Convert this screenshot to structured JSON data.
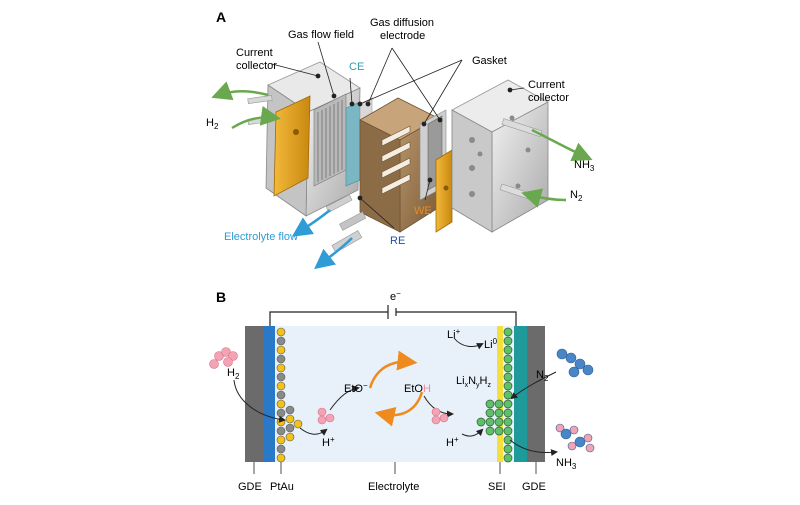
{
  "panel_a": {
    "letter": "A",
    "labels": {
      "current_collector_left": [
        "Current",
        "collector"
      ],
      "gas_flow_field": "Gas flow field",
      "gas_diffusion_electrode": [
        "Gas diffusion",
        "electrode"
      ],
      "ce": "CE",
      "gasket": "Gasket",
      "current_collector_right": [
        "Current",
        "collector"
      ],
      "h2": "H",
      "h2_sub": "2",
      "nh3": "NH",
      "nh3_sub": "3",
      "n2": "N",
      "n2_sub": "2",
      "we": "WE",
      "re": "RE",
      "electrolyte_flow": "Electrolyte flow"
    }
  },
  "panel_b": {
    "letter": "B",
    "electron": "e",
    "electron_sup": "−",
    "li_plus": "Li",
    "li_plus_sup": "+",
    "li0": "Li",
    "li0_sup": "0",
    "h2": "H",
    "h2_sub": "2",
    "n2": "N",
    "n2_sub": "2",
    "eto_minus": "EtO",
    "eto_minus_sup": "−",
    "etoh_main": "EtO",
    "etoh_h": "H",
    "lixnyhz": {
      "base": "Li",
      "x": "x",
      "n": "N",
      "y": "y",
      "h": "H",
      "z": "z"
    },
    "h_plus_left": "H",
    "h_plus_left_sup": "+",
    "h_plus_right": "H",
    "h_plus_right_sup": "+",
    "nh3": "NH",
    "nh3_sub": "3",
    "bottom_labels": {
      "gde_left": "GDE",
      "ptau": "PtAu",
      "electrolyte": "Electrolyte",
      "sei": "SEI",
      "gde_right": "GDE"
    }
  },
  "colors": {
    "gold_plate": "#e0a318",
    "steel": "#cfcfcf",
    "bronze": "#9a7a55",
    "teal": "#2f9cae",
    "orange": "#ef8a1e",
    "blue_label": "#1f4fa0",
    "green_arrow": "#6aa84f",
    "electrolyte_bg": "#e8f1fa",
    "gde_grey": "#6b6b6b",
    "ptau_blue": "#2a78c8",
    "sei_yellow": "#f5df3a",
    "pink": "#f4a3b4",
    "n_blue": "#4a86c5"
  }
}
